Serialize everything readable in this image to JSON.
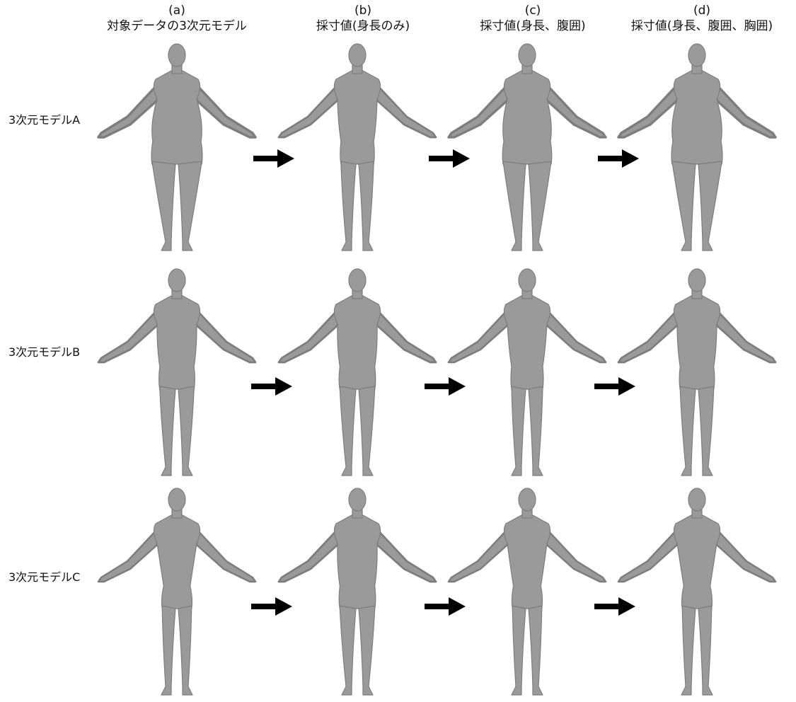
{
  "columns": [
    {
      "letter": "(a)",
      "title": "対象データの3次元モデル"
    },
    {
      "letter": "(b)",
      "title": "採寸値(身長のみ)"
    },
    {
      "letter": "(c)",
      "title": "採寸値(身長、腹囲)"
    },
    {
      "letter": "(d)",
      "title": "採寸値(身長、腹囲、胸囲)"
    }
  ],
  "rows": [
    {
      "label": "3次元モデルA",
      "builds": [
        1.55,
        1.05,
        1.5,
        1.55
      ]
    },
    {
      "label": "3次元モデルB",
      "builds": [
        1.1,
        1.12,
        1.0,
        1.08
      ]
    },
    {
      "label": "3次元モデルC",
      "builds": [
        0.85,
        1.12,
        0.88,
        0.85
      ]
    }
  ],
  "colors": {
    "body": "#9a9a9a",
    "body_shade": "#7d7d7d",
    "arrow": "#000000"
  },
  "arrow_icon": "right-arrow-icon"
}
